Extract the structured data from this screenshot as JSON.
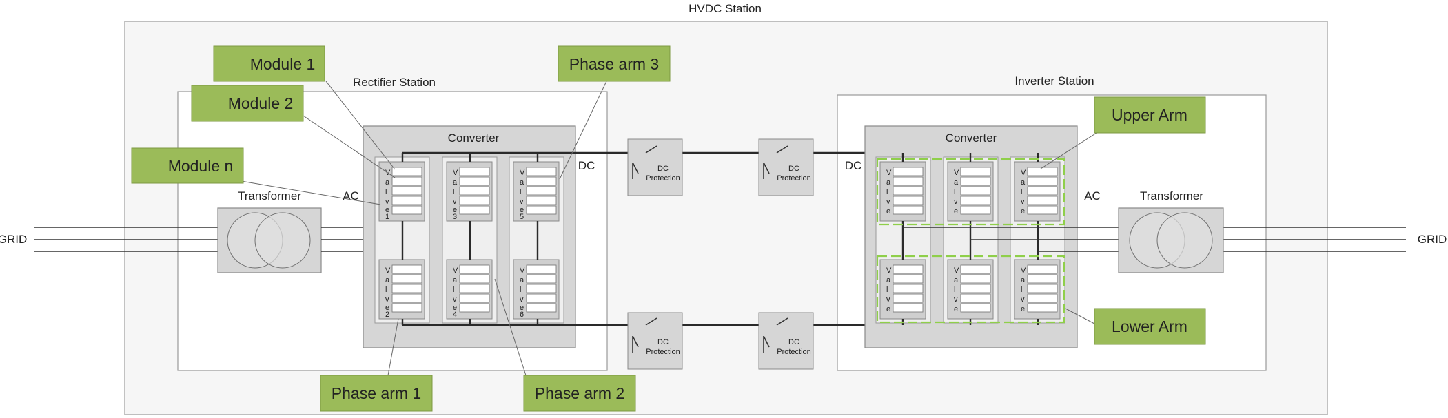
{
  "title": "HVDC Station",
  "rectifier": {
    "title": "Rectifier Station",
    "converter_label": "Converter",
    "ac_label": "AC",
    "dc_label": "DC",
    "transformer_label": "Transformer",
    "grid_label": "GRID",
    "valves": [
      "Valve1",
      "Valve3",
      "Valve5",
      "Valve2",
      "Valve4",
      "Valve6"
    ]
  },
  "inverter": {
    "title": "Inverter Station",
    "converter_label": "Converter",
    "ac_label": "AC",
    "dc_label": "DC",
    "transformer_label": "Transformer",
    "grid_label": "GRID",
    "valves": [
      "Valve",
      "Valve",
      "Valve",
      "Valve",
      "Valve",
      "Valve"
    ]
  },
  "dc_protection": [
    "DC Protection",
    "DC Protection",
    "DC Protection",
    "DC Protection"
  ],
  "callouts": {
    "module1": "Module 1",
    "module2": "Module 2",
    "modulen": "Module n",
    "phase_arm_1": "Phase arm 1",
    "phase_arm_2": "Phase arm 2",
    "phase_arm_3": "Phase arm 3",
    "upper_arm": "Upper Arm",
    "lower_arm": "Lower Arm"
  },
  "colors": {
    "callout_fill": "#9bbb59",
    "arm_highlight": "#8fcf4a",
    "converter_fill": "#d6d6d6"
  }
}
